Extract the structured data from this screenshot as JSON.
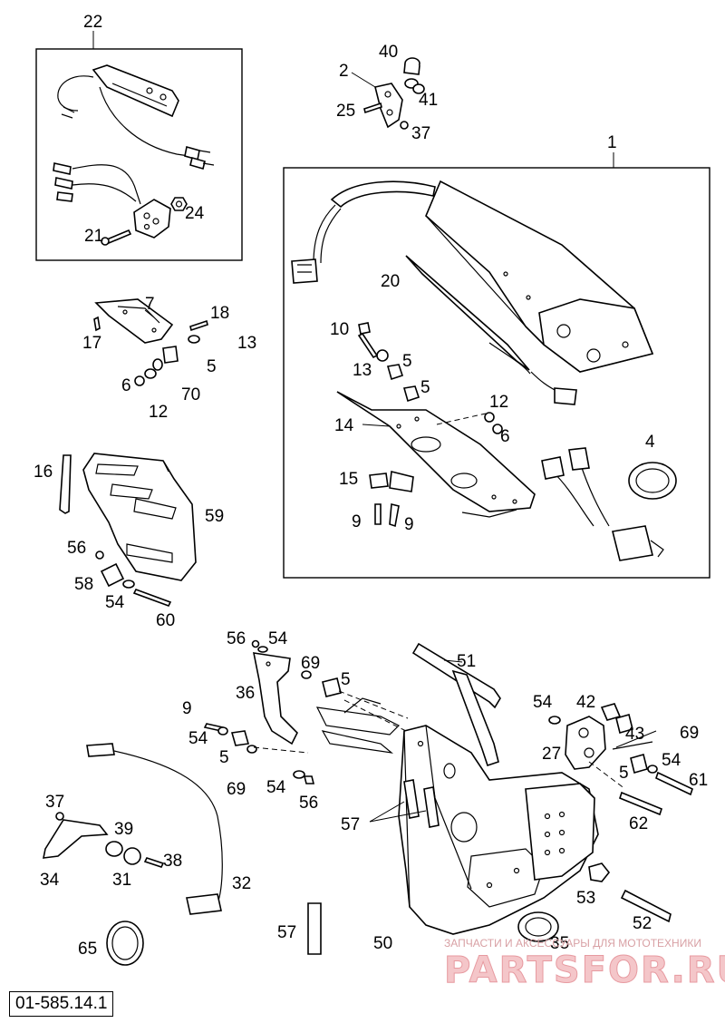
{
  "diagram": {
    "labels": [
      {
        "key": "p22",
        "text": "22"
      },
      {
        "key": "p40",
        "text": "40"
      },
      {
        "key": "p2",
        "text": "2"
      },
      {
        "key": "p41",
        "text": "41"
      },
      {
        "key": "p25",
        "text": "25"
      },
      {
        "key": "p37a",
        "text": "37"
      },
      {
        "key": "p1",
        "text": "1"
      },
      {
        "key": "p24",
        "text": "24"
      },
      {
        "key": "p21",
        "text": "21"
      },
      {
        "key": "p20",
        "text": "20"
      },
      {
        "key": "p7",
        "text": "7"
      },
      {
        "key": "p18",
        "text": "18"
      },
      {
        "key": "p17",
        "text": "17"
      },
      {
        "key": "p13a",
        "text": "13"
      },
      {
        "key": "p5a",
        "text": "5"
      },
      {
        "key": "p6a",
        "text": "6"
      },
      {
        "key": "p70",
        "text": "70"
      },
      {
        "key": "p12a",
        "text": "12"
      },
      {
        "key": "p10",
        "text": "10"
      },
      {
        "key": "p13b",
        "text": "13"
      },
      {
        "key": "p5b",
        "text": "5"
      },
      {
        "key": "p5c",
        "text": "5"
      },
      {
        "key": "p12b",
        "text": "12"
      },
      {
        "key": "p6b",
        "text": "6"
      },
      {
        "key": "p14",
        "text": "14"
      },
      {
        "key": "p4",
        "text": "4"
      },
      {
        "key": "p15",
        "text": "15"
      },
      {
        "key": "p9a",
        "text": "9"
      },
      {
        "key": "p9b",
        "text": "9"
      },
      {
        "key": "p16",
        "text": "16"
      },
      {
        "key": "p59",
        "text": "59"
      },
      {
        "key": "p56a",
        "text": "56"
      },
      {
        "key": "p58",
        "text": "58"
      },
      {
        "key": "p54a",
        "text": "54"
      },
      {
        "key": "p60",
        "text": "60"
      },
      {
        "key": "p56b",
        "text": "56"
      },
      {
        "key": "p54b",
        "text": "54"
      },
      {
        "key": "p69a",
        "text": "69"
      },
      {
        "key": "p5d",
        "text": "5"
      },
      {
        "key": "p51",
        "text": "51"
      },
      {
        "key": "p36",
        "text": "36"
      },
      {
        "key": "p9c",
        "text": "9"
      },
      {
        "key": "p54c",
        "text": "54"
      },
      {
        "key": "p5e",
        "text": "5"
      },
      {
        "key": "p69b",
        "text": "69"
      },
      {
        "key": "p54d",
        "text": "54"
      },
      {
        "key": "p56c",
        "text": "56"
      },
      {
        "key": "p54e",
        "text": "54"
      },
      {
        "key": "p42",
        "text": "42"
      },
      {
        "key": "p43",
        "text": "43"
      },
      {
        "key": "p69c",
        "text": "69"
      },
      {
        "key": "p27",
        "text": "27"
      },
      {
        "key": "p5f",
        "text": "5"
      },
      {
        "key": "p54f",
        "text": "54"
      },
      {
        "key": "p61",
        "text": "61"
      },
      {
        "key": "p37b",
        "text": "37"
      },
      {
        "key": "p39",
        "text": "39"
      },
      {
        "key": "p57a",
        "text": "57"
      },
      {
        "key": "p62",
        "text": "62"
      },
      {
        "key": "p34",
        "text": "34"
      },
      {
        "key": "p31",
        "text": "31"
      },
      {
        "key": "p38",
        "text": "38"
      },
      {
        "key": "p32",
        "text": "32"
      },
      {
        "key": "p53",
        "text": "53"
      },
      {
        "key": "p52",
        "text": "52"
      },
      {
        "key": "p57b",
        "text": "57"
      },
      {
        "key": "p50",
        "text": "50"
      },
      {
        "key": "p35",
        "text": "35"
      },
      {
        "key": "p65",
        "text": "65"
      }
    ]
  },
  "watermark": {
    "tagline": "ЗАПЧАСТИ И АКСЕССУАРЫ ДЛЯ МОТОТЕХНИКИ",
    "brand": "PARTSFOR.RU"
  },
  "document": {
    "code": "01-585.14.1"
  }
}
